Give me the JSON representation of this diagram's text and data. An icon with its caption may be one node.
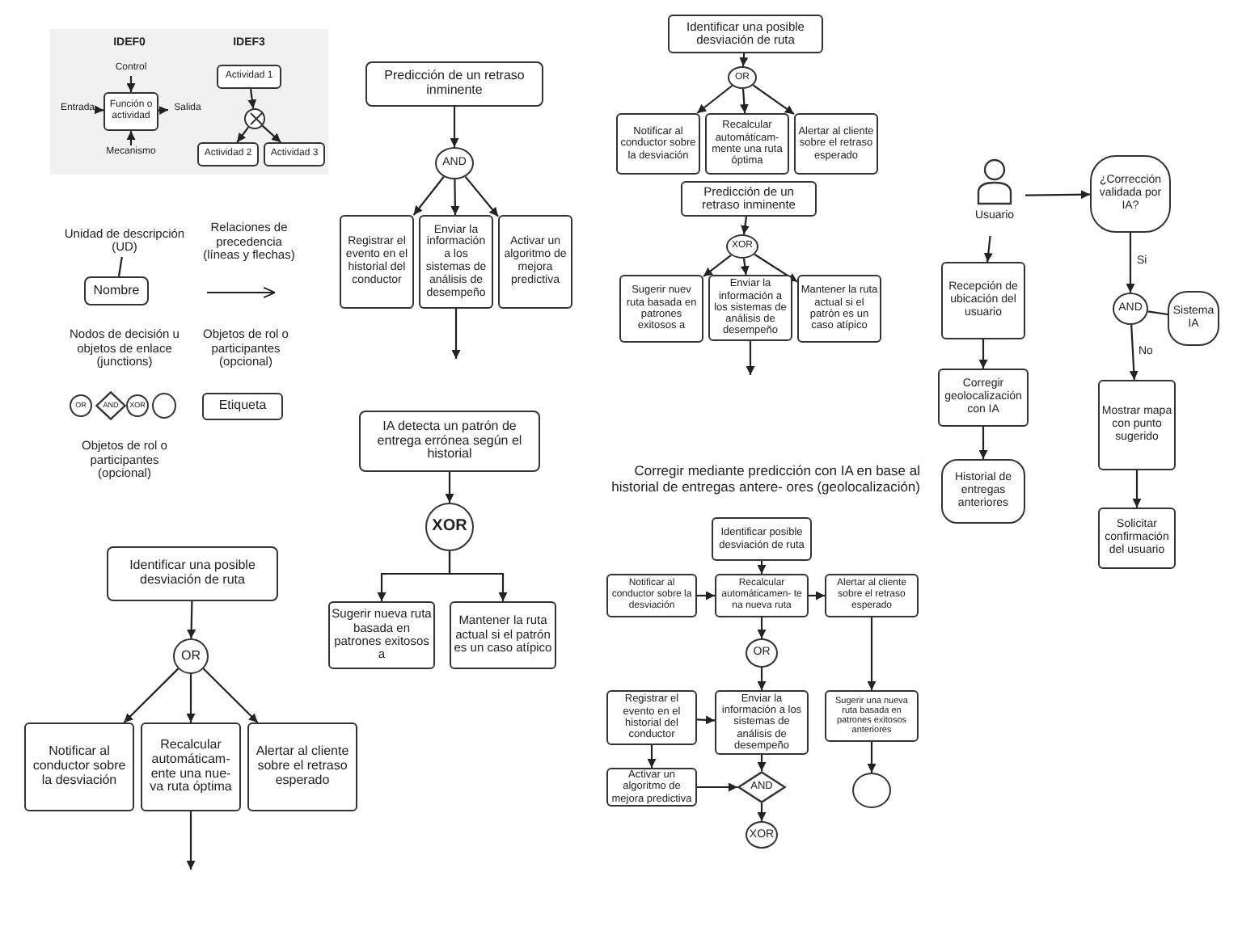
{
  "diagram": {
    "nodes": [
      {
        "text": [
          "Control"
        ]
      },
      {
        "text": [
          "Entrada"
        ]
      },
      {
        "text": [
          "Función o actividad"
        ]
      },
      {
        "text": [
          "Salida"
        ]
      },
      {
        "text": [
          "Mecanismo"
        ]
      },
      {
        "text": [
          "Actividad 1"
        ]
      },
      {
        "text": [],
        "shape": "circle"
      },
      {
        "text": [
          "Actividad 2"
        ]
      },
      {
        "text": [
          "Actividad 3"
        ]
      },
      {
        "text": [
          "Unidad de descripción (UD)"
        ]
      },
      {
        "text": [
          "Nombre"
        ]
      },
      {
        "text": [
          "OR"
        ]
      },
      {
        "text": [
          "AND"
        ]
      },
      {
        "text": [
          "XOR"
        ]
      },
      {
        "text": [],
        "shape": "circle"
      },
      {
        "text": [
          "Etiqueta"
        ]
      },
      {
        "text": [
          "Predicción de un retraso inminente"
        ]
      },
      {
        "text": [
          "AND"
        ]
      },
      {
        "text": [
          "Registrar el evento en el historial del conductor"
        ]
      },
      {
        "text": [
          "Enviar la información a los sistemas de análisis de desempeño"
        ]
      },
      {
        "text": [
          "Activar un algoritmo de mejora predictiva"
        ]
      },
      {
        "text": [
          "Identificar una posible desviación de ruta"
        ]
      },
      {
        "text": [
          "OR"
        ]
      },
      {
        "text": [
          "Notificar al conductor sobre la desviación"
        ]
      },
      {
        "text": [
          "Recalcular automáticam- mente una ruta óptima"
        ]
      },
      {
        "text": [
          "Alertar al cliente sobre el retraso esperado"
        ]
      },
      {
        "text": [
          "Predicción de un retraso inminente"
        ]
      },
      {
        "text": [
          "XOR"
        ]
      },
      {
        "text": [
          "Sugerir nuev ruta basada en patrones exitosos a"
        ]
      },
      {
        "text": [
          "Enviar la información a los sistemas de análisis de desempeño"
        ]
      },
      {
        "text": [
          "Mantener la ruta actual si el patrón es un caso atípico"
        ]
      },
      {
        "text": [
          "Usuario"
        ]
      },
      {
        "text": [
          "¿Corrección validada por IA?"
        ]
      },
      {
        "text": [
          "Recepción de ubicación del usuario"
        ]
      },
      {
        "text": [
          "Corregir geolocalización con IA"
        ]
      },
      {
        "text": [
          "Historial de entregas anteriores"
        ]
      },
      {
        "text": [
          "AND"
        ]
      },
      {
        "text": [
          "Sistema IA"
        ]
      },
      {
        "text": [
          "Mostrar mapa con punto sugerido"
        ]
      },
      {
        "text": [
          "Solicitar confirmación del usuario"
        ]
      },
      {
        "text": [
          "IA detecta un patrón de entrega errónea según el historial"
        ]
      },
      {
        "text": [
          "XOR"
        ]
      },
      {
        "text": [
          "Sugerir nueva ruta basada en patrones exitosos a"
        ]
      },
      {
        "text": [
          "Mantener la ruta actual si el patrón es un caso atípico"
        ]
      },
      {
        "text": [
          "Identificar una posible desviación de ruta"
        ]
      },
      {
        "text": [
          "OR"
        ]
      },
      {
        "text": [
          "Notificar al conductor sobre la desviación"
        ]
      },
      {
        "text": [
          "Recalcular automáticam- ente una nue- va ruta óptima"
        ]
      },
      {
        "text": [
          "Alertar al cliente sobre el retraso esperado"
        ]
      },
      {
        "text": [
          "Identificar posible desviación de ruta"
        ]
      },
      {
        "text": [
          "Notificar al conductor sobre la desviación"
        ]
      },
      {
        "text": [
          "Recalcular automáticamen- te na nueva ruta"
        ]
      },
      {
        "text": [
          "Alertar al cliente sobre el retraso esperado"
        ]
      },
      {
        "text": [
          "OR"
        ]
      },
      {
        "text": [
          "Registrar el evento en el historial del conductor"
        ]
      },
      {
        "text": [
          "Enviar la información a los sistemas de análisis de desempeño"
        ]
      },
      {
        "text": [
          "Sugerir una nueva ruta basada en patrones exitosos anteriores"
        ]
      },
      {
        "text": [
          "Activar un algoritmo de mejora predictiva"
        ]
      },
      {
        "text": [
          "AND"
        ]
      },
      {
        "text": [
          "XOR"
        ]
      },
      {
        "text": [],
        "shape": "circle"
      }
    ],
    "edges": [
      {
        "from": 0,
        "to": 2,
        "arrow": "to"
      },
      {
        "from": 1,
        "to": 2,
        "arrow": "to"
      },
      {
        "from": 2,
        "to": 3,
        "arrow": "to"
      },
      {
        "from": 4,
        "to": 2,
        "arrow": "to"
      },
      {
        "from": 5,
        "to": 6,
        "arrow": "to"
      },
      {
        "from": 6,
        "to": 7,
        "arrow": "to"
      },
      {
        "from": 6,
        "to": 8,
        "arrow": "to"
      },
      {
        "from": 9,
        "to": 10,
        "arrow": "none"
      },
      {
        "from": 16,
        "to": 17,
        "arrow": "to"
      },
      {
        "from": 17,
        "to": 18,
        "arrow": "to"
      },
      {
        "from": 17,
        "to": 19,
        "arrow": "to"
      },
      {
        "from": 17,
        "to": 20,
        "arrow": "to"
      },
      {
        "from": 19,
        "to": null,
        "arrow": "to"
      },
      {
        "from": 21,
        "to": 22,
        "arrow": "to"
      },
      {
        "from": 22,
        "to": 23,
        "arrow": "to"
      },
      {
        "from": 22,
        "to": 24,
        "arrow": "to"
      },
      {
        "from": 22,
        "to": 25,
        "arrow": "to"
      },
      {
        "from": 26,
        "to": 27,
        "arrow": "to"
      },
      {
        "from": 27,
        "to": 28,
        "arrow": "to"
      },
      {
        "from": 27,
        "to": 29,
        "arrow": "to"
      },
      {
        "from": 27,
        "to": 30,
        "arrow": "to"
      },
      {
        "from": 29,
        "to": null,
        "arrow": "to"
      },
      {
        "from": 31,
        "to": 32,
        "arrow": "to"
      },
      {
        "from": 31,
        "to": 33,
        "arrow": "to"
      },
      {
        "from": 33,
        "to": 34,
        "arrow": "to"
      },
      {
        "from": 34,
        "to": 35,
        "arrow": "to"
      },
      {
        "from": 32,
        "to": 36,
        "arrow": "to",
        "label": "Si"
      },
      {
        "from": 36,
        "to": 37,
        "arrow": "none"
      },
      {
        "from": 36,
        "to": 38,
        "arrow": "to",
        "label": "No"
      },
      {
        "from": 38,
        "to": 39,
        "arrow": "to"
      },
      {
        "from": 40,
        "to": 41,
        "arrow": "to"
      },
      {
        "from": 41,
        "to": 42,
        "arrow": "to"
      },
      {
        "from": 41,
        "to": 43,
        "arrow": "to"
      },
      {
        "from": 44,
        "to": 45,
        "arrow": "to"
      },
      {
        "from": 45,
        "to": 46,
        "arrow": "to"
      },
      {
        "from": 45,
        "to": 47,
        "arrow": "to"
      },
      {
        "from": 45,
        "to": 48,
        "arrow": "to"
      },
      {
        "from": 47,
        "to": null,
        "arrow": "to"
      },
      {
        "from": 49,
        "to": 51,
        "arrow": "to"
      },
      {
        "from": 50,
        "to": 51,
        "arrow": "to"
      },
      {
        "from": 51,
        "to": 52,
        "arrow": "to"
      },
      {
        "from": 51,
        "to": 53,
        "arrow": "to"
      },
      {
        "from": 53,
        "to": 55,
        "arrow": "to"
      },
      {
        "from": 54,
        "to": 55,
        "arrow": "to"
      },
      {
        "from": 54,
        "to": 57,
        "arrow": "to"
      },
      {
        "from": 57,
        "to": 58,
        "arrow": "to"
      },
      {
        "from": 55,
        "to": 58,
        "arrow": "to"
      },
      {
        "from": 58,
        "to": 59,
        "arrow": "to"
      },
      {
        "from": 52,
        "to": 56,
        "arrow": "to"
      },
      {
        "from": 56,
        "to": 60,
        "arrow": "to"
      }
    ],
    "labels": [
      "IDEF0",
      "IDEF3",
      "Relaciones de precedencia (líneas y flechas)",
      "Nodos de decisión u objetos de enlace (junctions)",
      "Objetos de rol o participantes (opcional)",
      "Objetos de rol o participantes (opcional)",
      "Corregir mediante predicción con IA en base al historial de entregas antere- ores (geolocalización)"
    ]
  }
}
